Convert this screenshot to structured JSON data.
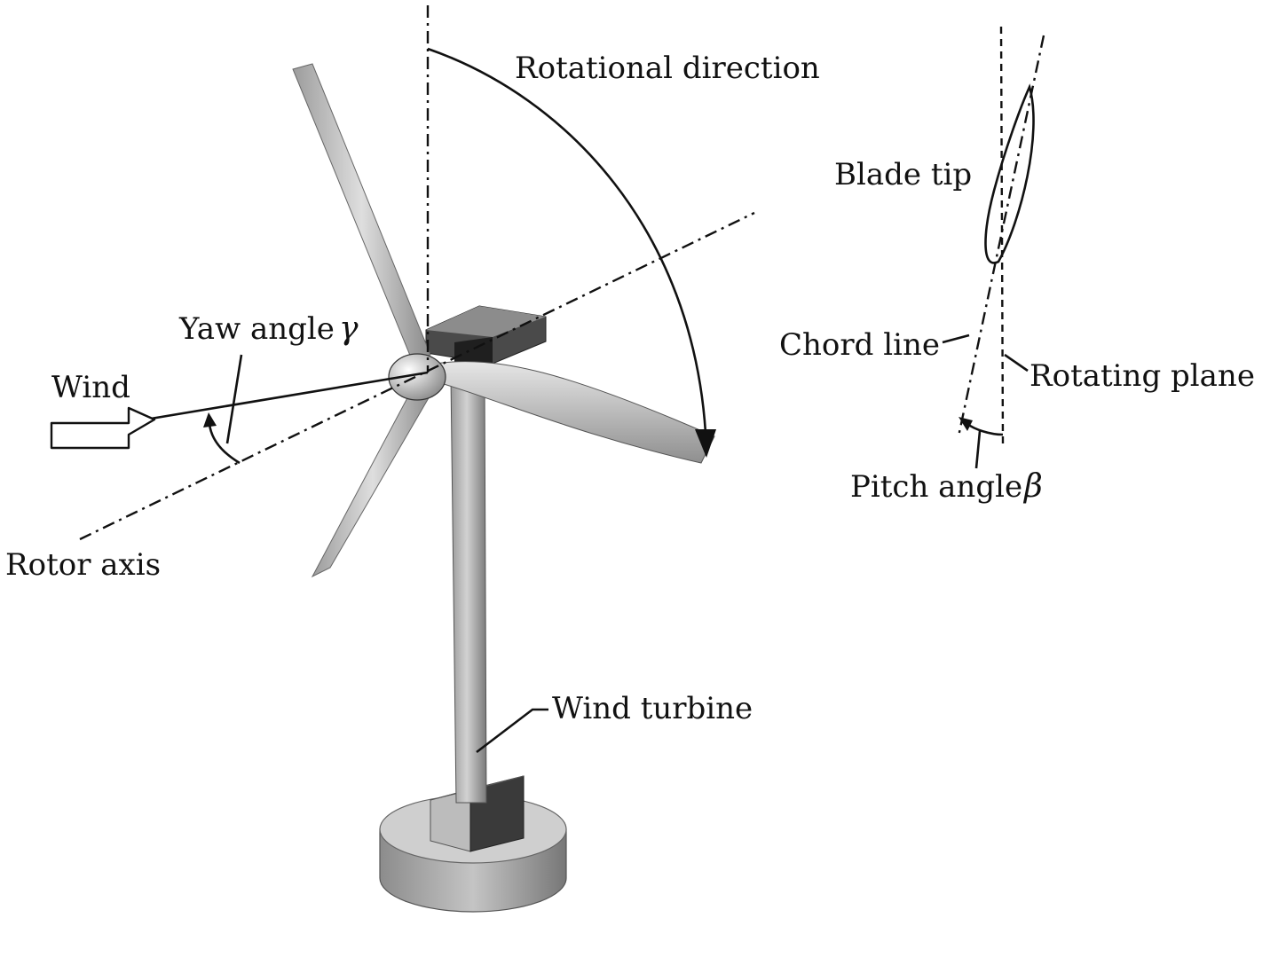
{
  "labels": {
    "rotational_direction": "Rotational direction",
    "yaw_angle": "Yaw angle",
    "yaw_symbol": "γ",
    "wind": "Wind",
    "rotor_axis": "Rotor axis",
    "wind_turbine": "Wind turbine",
    "blade_tip": "Blade tip",
    "chord_line": "Chord line",
    "rotating_plane": "Rotating plane",
    "pitch_angle": "Pitch angle",
    "pitch_symbol": "β"
  },
  "colors": {
    "ink": "#111111",
    "steel_light": "#d9d9d9",
    "steel_mid": "#a6a6a6",
    "steel_dark": "#5a5a5a",
    "nacelle": "#2e2e2e"
  }
}
